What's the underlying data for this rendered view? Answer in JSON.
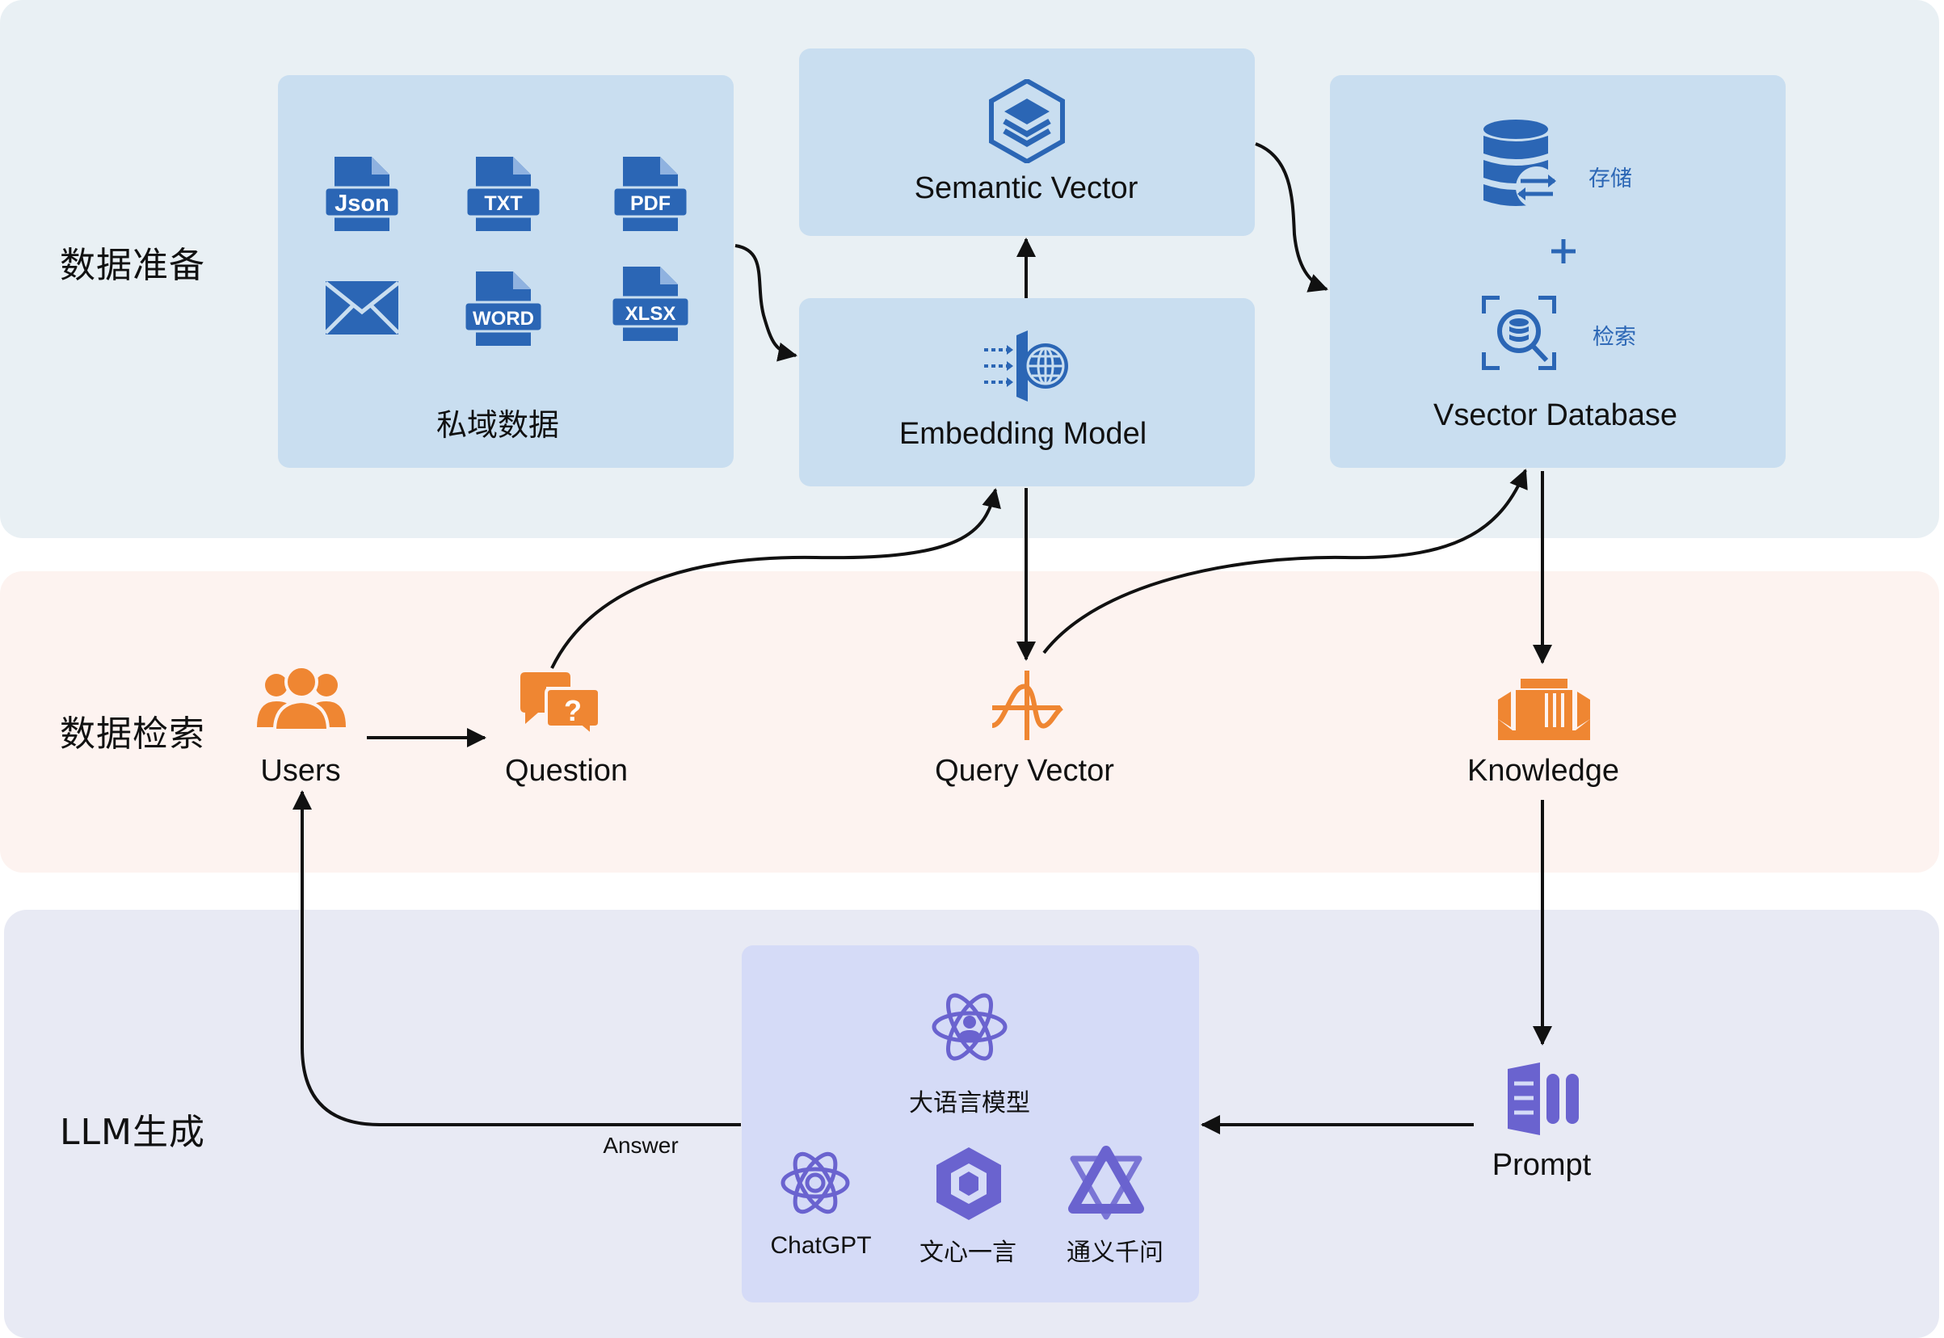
{
  "bands": {
    "prep": "数据准备",
    "search": "数据检索",
    "gen": "LLM生成"
  },
  "nodes": {
    "private_data": "私域数据",
    "semantic_vector": "Semantic Vector",
    "embedding_model": "Embedding Model",
    "vector_db": "Vsector Database",
    "store": "存储",
    "retrieve": "检索",
    "users": "Users",
    "question": "Question",
    "query_vector": "Query Vector",
    "knowledge": "Knowledge",
    "prompt": "Prompt",
    "llm": "大语言模型",
    "chatgpt": "ChatGPT",
    "wenxin": "文心一言",
    "tongyi": "通义千问"
  },
  "file_types": [
    "Json",
    "TXT",
    "PDF",
    "WORD",
    "XLSX"
  ],
  "edge_labels": {
    "answer": "Answer"
  },
  "colors": {
    "blue": "#2b66b5",
    "orange": "#ef8632",
    "violet": "#6a63cf"
  }
}
